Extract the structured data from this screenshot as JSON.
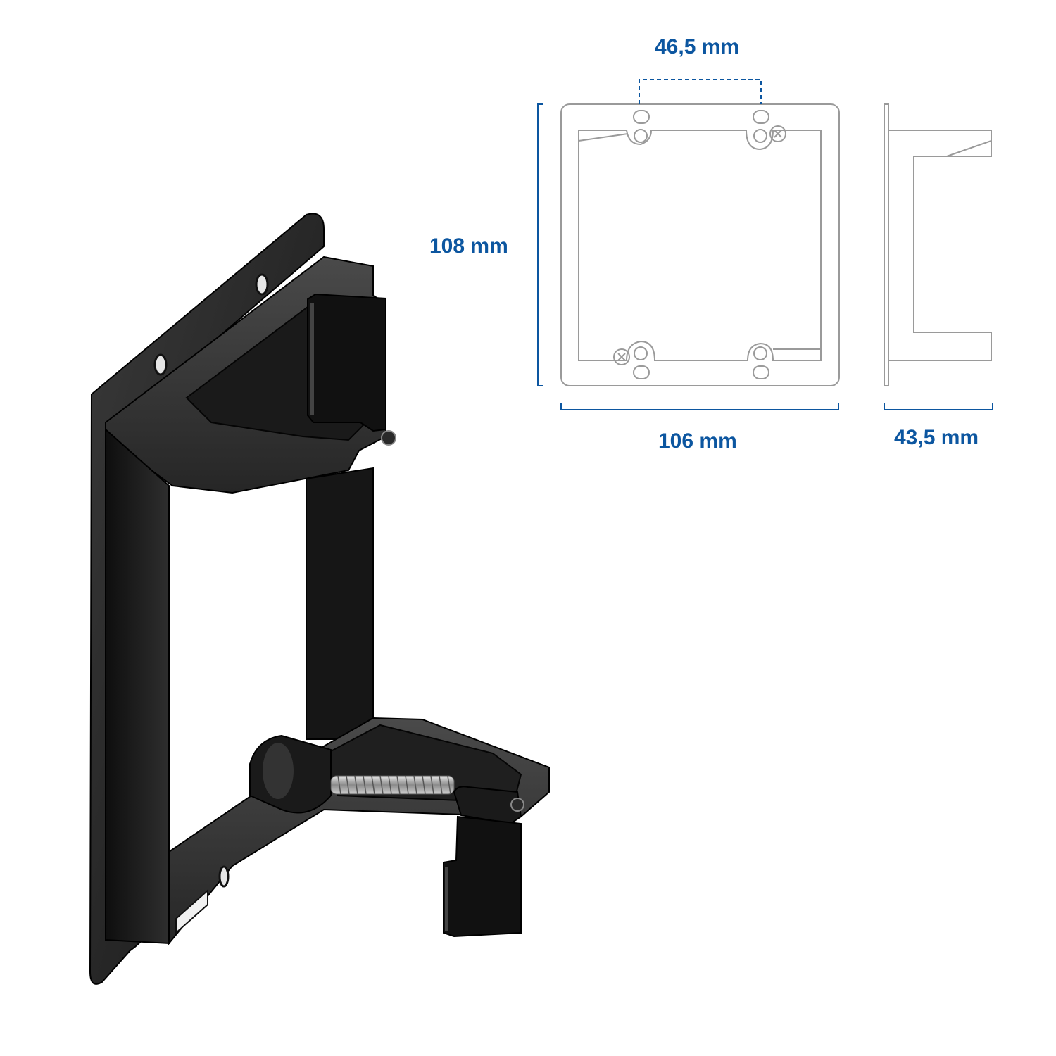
{
  "dimensions": {
    "hole_spacing": "46,5 mm",
    "height": "108 mm",
    "width": "106 mm",
    "depth": "43,5 mm"
  },
  "colors": {
    "dimension": "#0c56a0",
    "outline": "#9a9a9a",
    "product": "#1c1c1c"
  }
}
